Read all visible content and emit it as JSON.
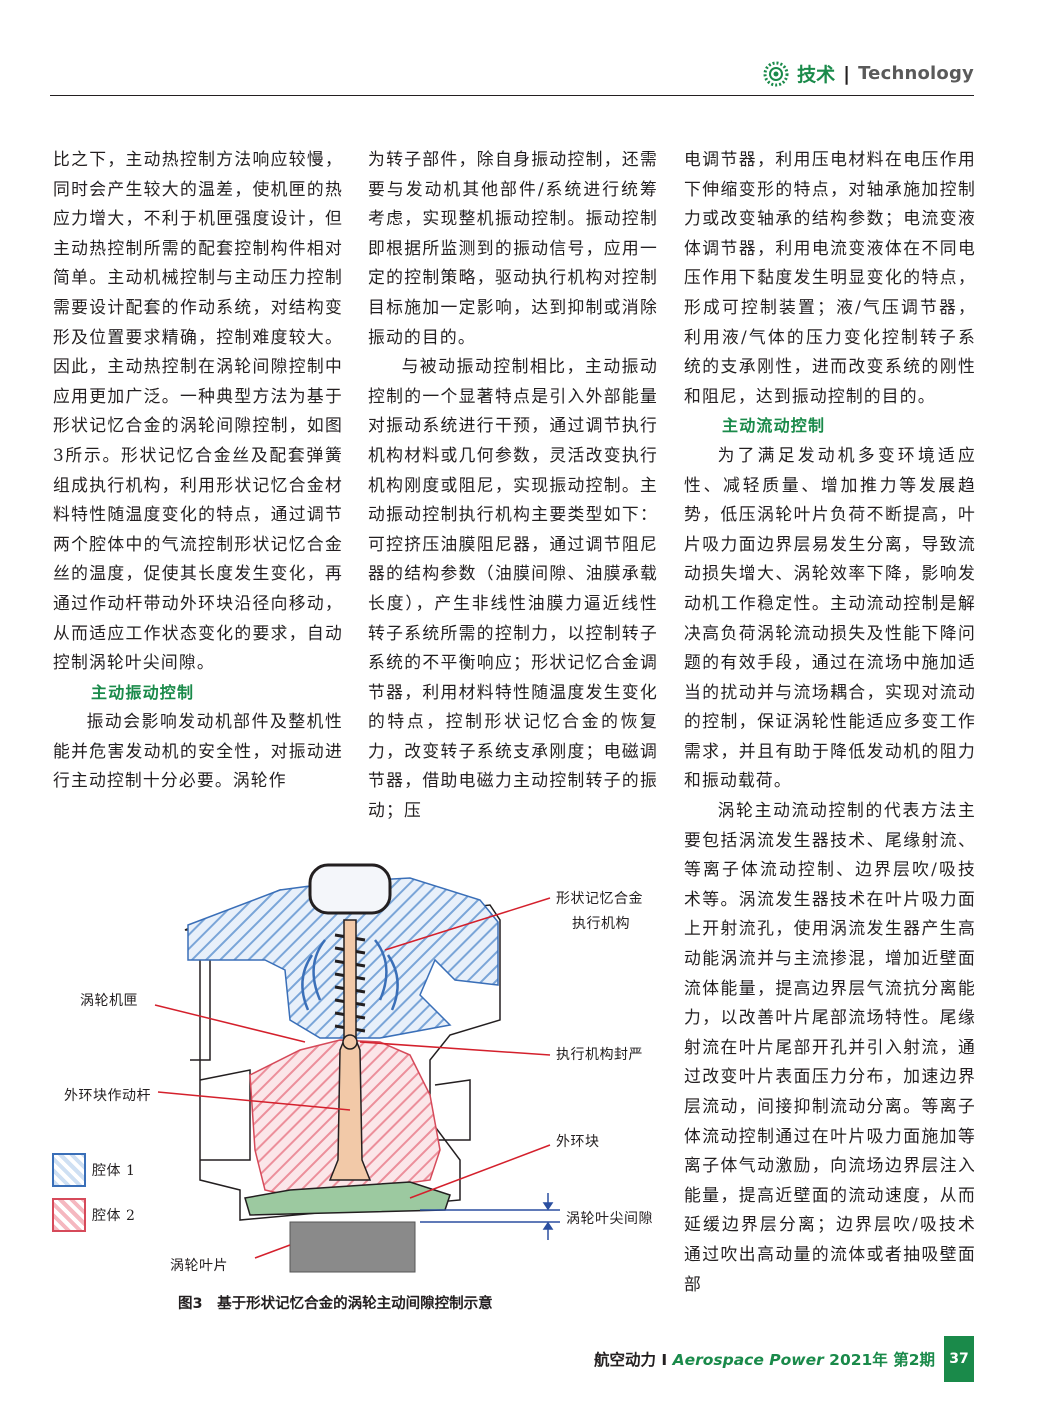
{
  "header": {
    "section_cn": "技术",
    "separator": "|",
    "section_en": "Technology"
  },
  "columns": {
    "col1": [
      "比之下，主动热控制方法响应较慢，同时会产生较大的温差，使机匣的热应力增大，不利于机匣强度设计，但主动热控制所需的配套控制构件相对简单。主动机械控制与主动压力控制需要设计配套的作动系统，对结构变形及位置要求精确，控制难度较大。因此，主动热控制在涡轮间隙控制中应用更加广泛。一种典型方法为基于形状记忆合金的涡轮间隙控制，如图3所示。形状记忆合金丝及配套弹簧组成执行机构，利用形状记忆合金材料特性随温度变化的特点，通过调节两个腔体中的气流控制形状记忆合金丝的温度，促使其长度发生变化，再通过作动杆带动外环块沿径向移动，从而适应工作状态变化的要求，自动控制涡轮叶尖间隙。"
    ],
    "heading_vibration": "主动振动控制",
    "col1_tail": "振动会影响发动机部件及整机性能并危害发动机的安全性，对振动进行主动控制十分必要。涡轮作",
    "col2_p1": "为转子部件，除自身振动控制，还需要与发动机其他部件/系统进行统筹考虑，实现整机振动控制。振动控制即根据所监测到的振动信号，应用一定的控制策略，驱动执行机构对控制目标施加一定影响，达到抑制或消除振动的目的。",
    "col2_p2": "与被动振动控制相比，主动振动控制的一个显著特点是引入外部能量对振动系统进行干预，通过调节执行机构材料或几何参数，灵活改变执行机构刚度或阻尼，实现振动控制。主动振动控制执行机构主要类型如下：可控挤压油膜阻尼器，通过调节阻尼器的结构参数（油膜间隙、油膜承载长度），产生非线性油膜力逼近线性转子系统所需的控制力，以控制转子系统的不平衡响应；形状记忆合金调节器，利用材料特性随温度发生变化的特点，控制形状记忆合金的恢复力，改变转子系统支承刚度；电磁调节器，借助电磁力主动控制转子的振动；压",
    "col3_p1": "电调节器，利用压电材料在电压作用下伸缩变形的特点，对轴承施加控制力或改变轴承的结构参数；电流变液体调节器，利用电流变液体在不同电压作用下黏度发生明显变化的特点，形成可控制装置；液/气压调节器，利用液/气体的压力变化控制转子系统的支承刚性，进而改变系统的刚性和阻尼，达到振动控制的目的。",
    "heading_flow": "主动流动控制",
    "col3_p2": "为了满足发动机多变环境适应性、减轻质量、增加推力等发展趋势，低压涡轮叶片负荷不断提高，叶片吸力面边界层易发生分离，导致流动损失增大、涡轮效率下降，影响发动机工作稳定性。主动流动控制是解决高负荷涡轮流动损失及性能下降问题的有效手段，通过在流场中施加适当的扰动并与流场耦合，实现对流动的控制，保证涡轮性能适应多变工作需求，并且有助于降低发动机的阻力和振动载荷。",
    "col3_p3": "涡轮主动流动控制的代表方法主要包括涡流发生器技术、尾缘射流、等离子体流动控制、边界层吹/吸技术等。涡流发生器技术在叶片吸力面上开射流孔，使用涡流发生器产生高动能涡流并与主流掺混，增加近壁面流体能量，提高边界层气流抗分离能力，以改善叶片尾部流场特性。尾缘射流在叶片尾部开孔并引入射流，通过改变叶片表面压力分布，加速边界层流动，间接抑制流动分离。等离子体流动控制通过在叶片吸力面施加等离子体气动激励，向流场边界层注入能量，提高近壁面的流动速度，从而延缓边界层分离；边界层吹/吸技术通过吹出高动量的流体或者抽吸壁面部"
  },
  "figure": {
    "labels": {
      "sma_actuator_line1": "形状记忆合金",
      "sma_actuator_line2": "执行机构",
      "turbine_case": "涡轮机匣",
      "actuator_seal": "执行机构封严",
      "outer_ring_rod": "外环块作动杆",
      "outer_ring_block": "外环块",
      "cavity1": "腔体 1",
      "cavity2": "腔体 2",
      "tip_clearance": "涡轮叶尖间隙",
      "turbine_blade": "涡轮叶片"
    },
    "caption": "图3　基于形状记忆合金的涡轮主动间隙控制示意",
    "colors": {
      "cavity1": "#3a6fb8",
      "cavity2": "#d64a5a",
      "rod": "#f2c9a8",
      "block": "#9cc9a0",
      "blade": "#8a8a8a"
    }
  },
  "footer": {
    "journal_cn": "航空动力",
    "separator": "I",
    "journal_en": "Aerospace Power",
    "issue": "2021年 第2期",
    "page": "37"
  }
}
